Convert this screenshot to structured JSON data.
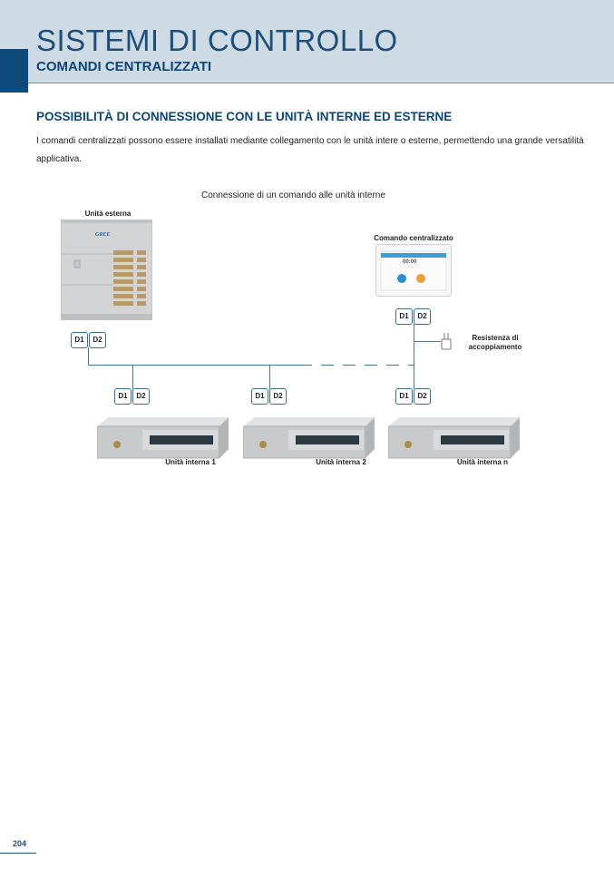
{
  "header": {
    "title": "SISTEMI DI CONTROLLO",
    "subtitle": "COMANDI CENTRALIZZATI"
  },
  "section": {
    "heading": "POSSIBILITÀ DI CONNESSIONE CON LE UNITÀ INTERNE ED ESTERNE",
    "body": "I comandi centralizzati possono essere installati mediante collegamento con le unità intere o esterne, permettendo una grande versatilità applicativa."
  },
  "diagram": {
    "caption": "Connessione di un comando alle unità interne",
    "outdoor_label": "Unità esterna",
    "outdoor_logo": "GREE",
    "controller_label": "Comando centralizzato",
    "controller_time": "00:00",
    "resistor_label": "Resistenza di accoppiamento",
    "terminal_d1": "D1",
    "terminal_d2": "D2",
    "indoor_labels": [
      "Unità interna 1",
      "Unità interna 2",
      "Unità interna n"
    ]
  },
  "footer": {
    "page_number": "204"
  }
}
